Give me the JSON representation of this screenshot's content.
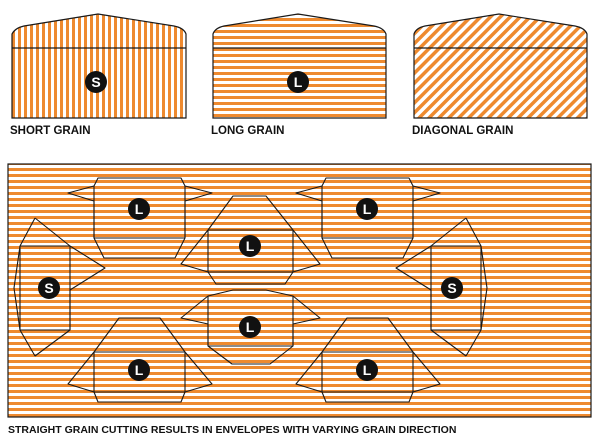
{
  "colors": {
    "stripe": "#ee8a2f",
    "outline": "#1a1a1a",
    "badge": "#111111"
  },
  "captions": {
    "short": "SHORT GRAIN",
    "long": "LONG GRAIN",
    "diagonal": "DIAGONAL GRAIN",
    "bottom": "STRAIGHT GRAIN CUTTING RESULTS IN ENVELOPES WITH VARYING GRAIN DIRECTION"
  },
  "badges": {
    "short": "S",
    "long": "L"
  }
}
